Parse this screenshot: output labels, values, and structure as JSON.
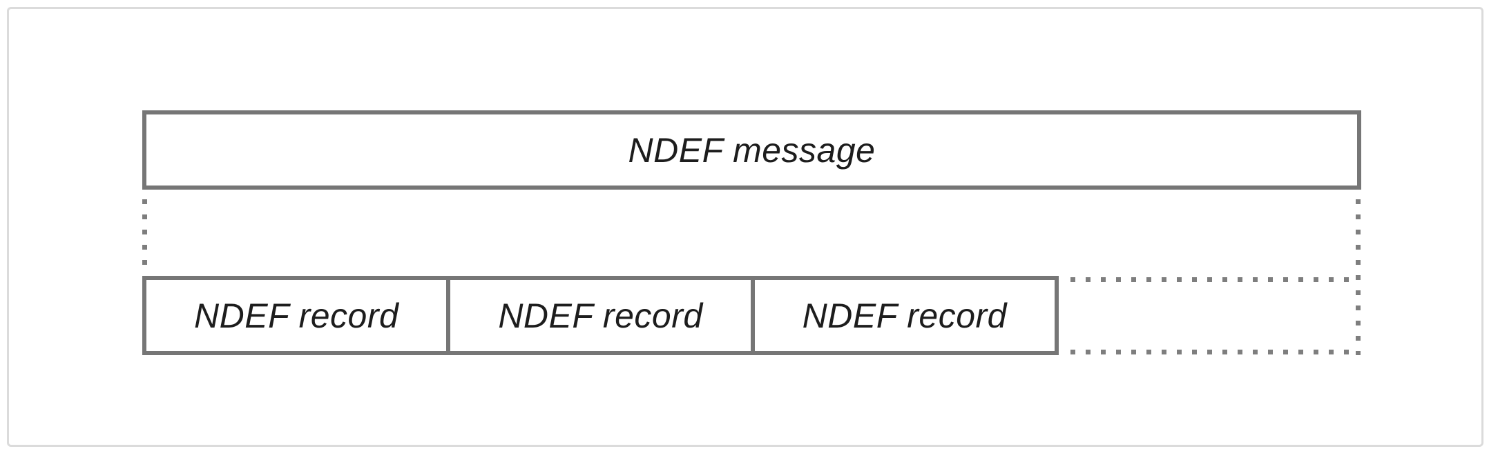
{
  "diagram": {
    "message_box": {
      "label": "NDEF message"
    },
    "records": [
      {
        "label": "NDEF record"
      },
      {
        "label": "NDEF record"
      },
      {
        "label": "NDEF record"
      }
    ],
    "colors": {
      "box_border": "#767676",
      "dotted_line": "#7e7e7e",
      "frame_border": "#dbdbdb",
      "label_text": "#1d1d1d",
      "background": "#ffffff"
    }
  }
}
